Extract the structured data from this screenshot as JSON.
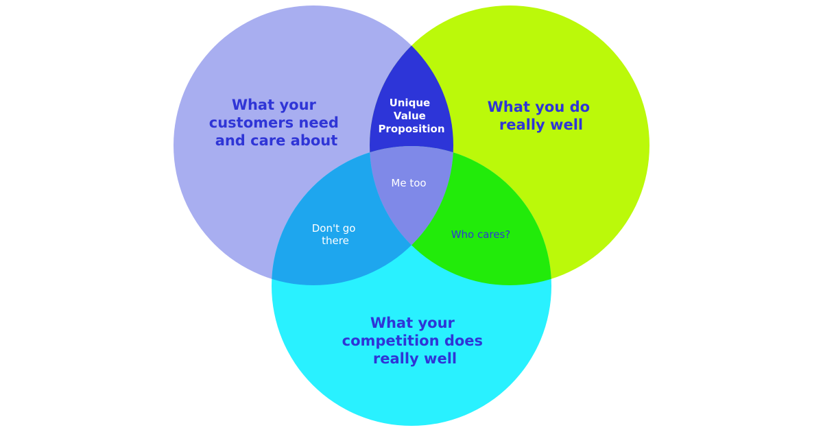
{
  "circles": {
    "customers": {
      "lines": [
        "What your",
        "customers need",
        "and care about"
      ],
      "color": "#a8aef0"
    },
    "you": {
      "lines": [
        "What you do",
        "really well"
      ],
      "color": "#bbf90a"
    },
    "competition": {
      "lines": [
        "What your",
        "competition does",
        "really well"
      ],
      "color": "#29f1ff"
    }
  },
  "regions": {
    "unique_value": {
      "lines": [
        "Unique",
        "Value",
        "Proposition"
      ],
      "color": "#2d35d8"
    },
    "dont_go_there": {
      "lines": [
        "Don't go",
        "there"
      ],
      "color": "#1ea6ee"
    },
    "who_cares": {
      "lines": [
        "Who cares?"
      ],
      "color": "#22eb0a"
    },
    "me_too": {
      "lines": [
        "Me too"
      ],
      "color": "#7f89e8"
    }
  },
  "text_color": "#2f35d6"
}
